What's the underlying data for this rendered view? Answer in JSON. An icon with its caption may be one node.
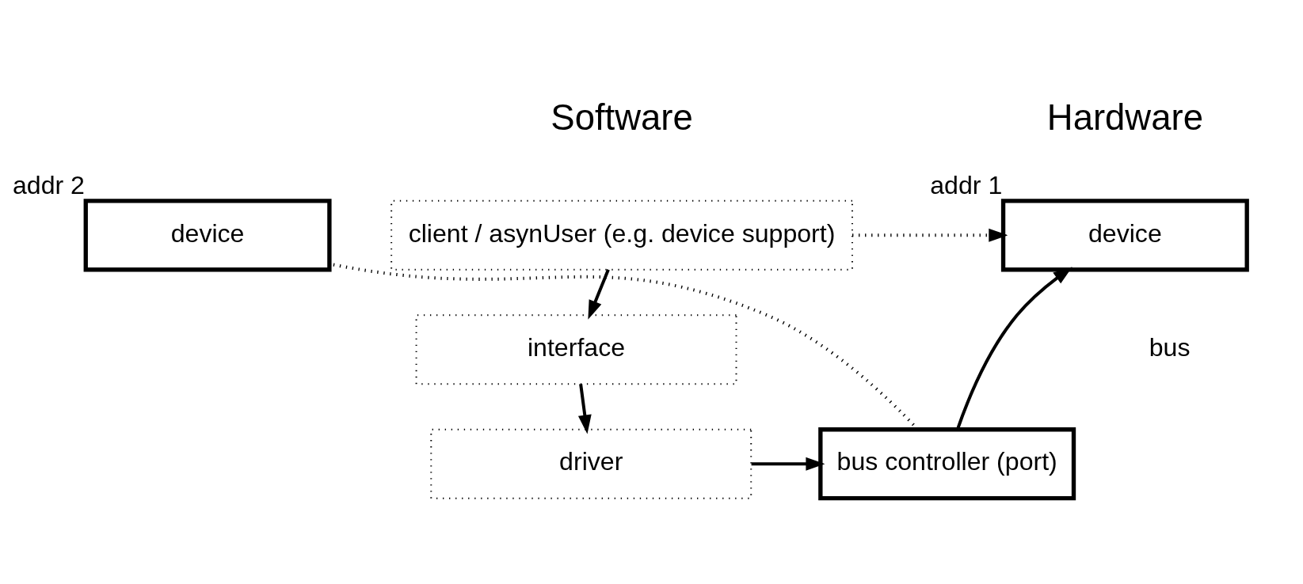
{
  "diagram": {
    "nodes": [
      {
        "text": [
          "client / asynUser (e.g. device support)"
        ]
      },
      {
        "text": [
          "interface"
        ]
      },
      {
        "text": [
          "driver"
        ]
      },
      {
        "text": [
          "device"
        ],
        "beside": [
          "addr 1"
        ]
      },
      {
        "text": [
          "device"
        ],
        "beside": [
          "addr 2"
        ]
      },
      {
        "text": [
          "bus controller (port)"
        ]
      }
    ],
    "edges": [
      {
        "from": 0,
        "to": 1,
        "arrow": "to"
      },
      {
        "from": 1,
        "to": 2,
        "arrow": "to"
      },
      {
        "from": 0,
        "to": 3,
        "arrow": "to",
        "style": "dashed"
      },
      {
        "from": 2,
        "to": 5,
        "arrow": "to"
      },
      {
        "from": 5,
        "to": 3,
        "arrow": "to"
      },
      {
        "from": 5,
        "to": 4,
        "arrow": "none",
        "style": "dashed"
      }
    ],
    "labels": [
      "Software",
      "Hardware",
      "bus"
    ]
  }
}
